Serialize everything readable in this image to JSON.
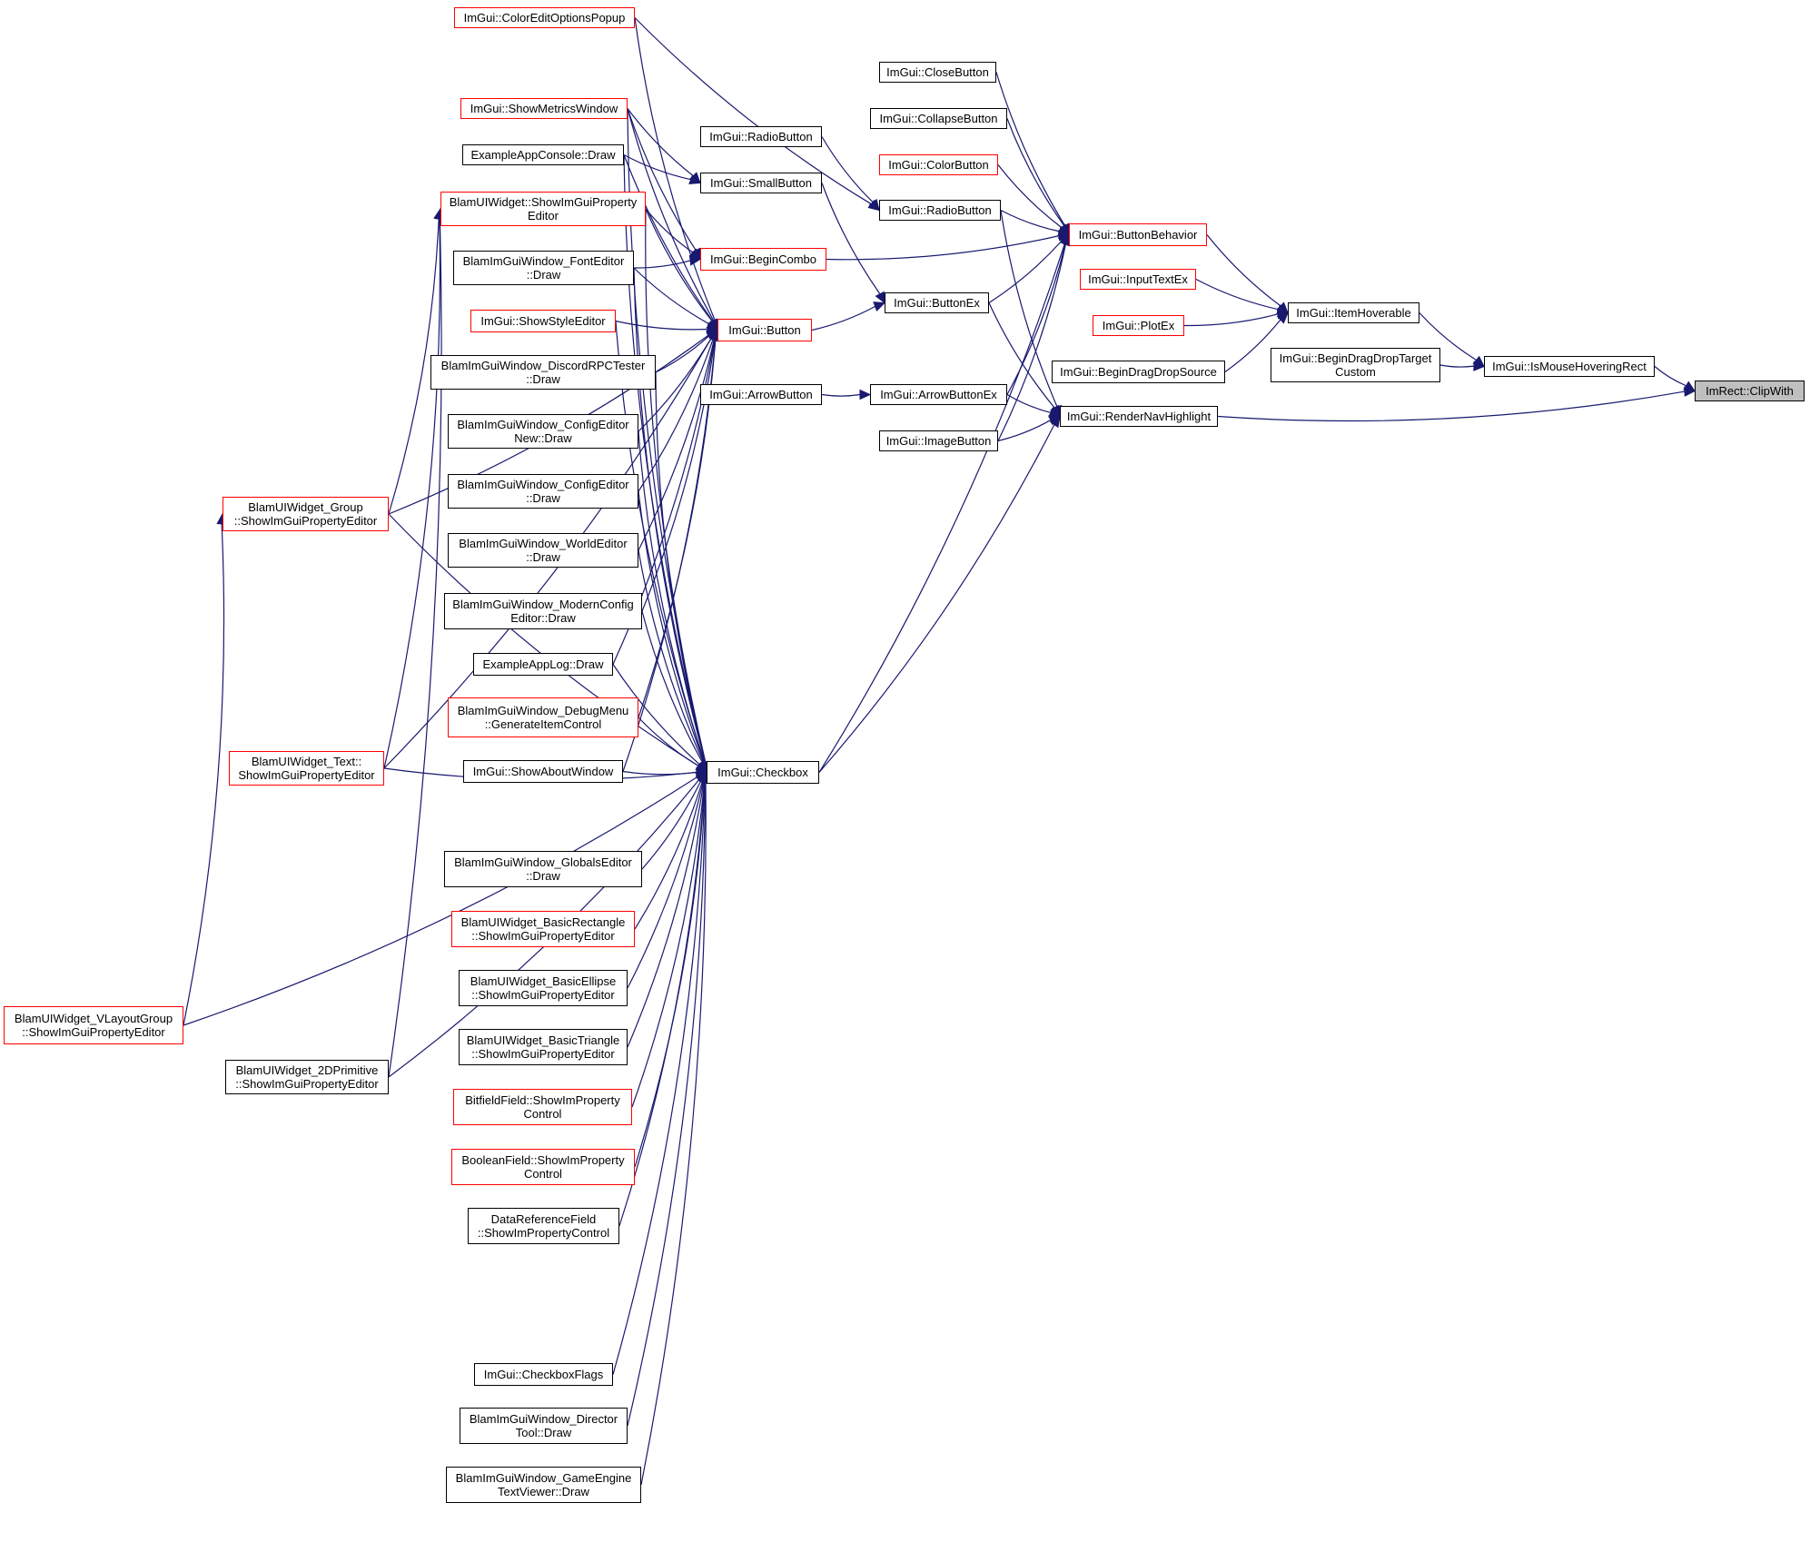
{
  "colors": {
    "edge": "#191970",
    "border_default": "#000000",
    "border_truncated": "#ff0000",
    "root_fill": "#bfbfbf"
  },
  "nodes": [
    {
      "id": "n0",
      "label": "ImRect::ClipWith",
      "style": "grey"
    },
    {
      "id": "n1",
      "label": "ImGui::IsMouseHoveringRect",
      "style": "black"
    },
    {
      "id": "n2",
      "label": "ImGui::RenderNavHighlight",
      "style": "black"
    },
    {
      "id": "n3",
      "label": "ImGui::ItemHoverable",
      "style": "black"
    },
    {
      "id": "n4",
      "label": "ImGui::BeginDragDropTarget\nCustom",
      "style": "black"
    },
    {
      "id": "n5",
      "label": "ImGui::ButtonBehavior",
      "style": "red"
    },
    {
      "id": "n6",
      "label": "ImGui::InputTextEx",
      "style": "red"
    },
    {
      "id": "n7",
      "label": "ImGui::PlotEx",
      "style": "red"
    },
    {
      "id": "n8",
      "label": "ImGui::BeginDragDropSource",
      "style": "black"
    },
    {
      "id": "n9",
      "label": "ImGui::CloseButton",
      "style": "black"
    },
    {
      "id": "n10",
      "label": "ImGui::CollapseButton",
      "style": "black"
    },
    {
      "id": "n11",
      "label": "ImGui::ColorButton",
      "style": "red"
    },
    {
      "id": "n12",
      "label": "ImGui::RadioButton",
      "style": "black"
    },
    {
      "id": "n13",
      "label": "ImGui::ButtonEx",
      "style": "black"
    },
    {
      "id": "n14",
      "label": "ImGui::ArrowButtonEx",
      "style": "black"
    },
    {
      "id": "n15",
      "label": "ImGui::ImageButton",
      "style": "black"
    },
    {
      "id": "n16",
      "label": "ImGui::RadioButton",
      "style": "black"
    },
    {
      "id": "n17",
      "label": "ImGui::SmallButton",
      "style": "black"
    },
    {
      "id": "n18",
      "label": "ImGui::BeginCombo",
      "style": "red"
    },
    {
      "id": "n19",
      "label": "ImGui::Button",
      "style": "red"
    },
    {
      "id": "n20",
      "label": "ImGui::ArrowButton",
      "style": "black"
    },
    {
      "id": "n21",
      "label": "ImGui::Checkbox",
      "style": "black"
    },
    {
      "id": "n22",
      "label": "ImGui::ColorEditOptionsPopup",
      "style": "red"
    },
    {
      "id": "n23",
      "label": "ImGui::ShowMetricsWindow",
      "style": "red"
    },
    {
      "id": "n24",
      "label": "ExampleAppConsole::Draw",
      "style": "black"
    },
    {
      "id": "n25",
      "label": "BlamUIWidget::ShowImGuiProperty\nEditor",
      "style": "red"
    },
    {
      "id": "n26",
      "label": "BlamImGuiWindow_FontEditor\n::Draw",
      "style": "black"
    },
    {
      "id": "n27",
      "label": "ImGui::ShowStyleEditor",
      "style": "red"
    },
    {
      "id": "n28",
      "label": "BlamImGuiWindow_DiscordRPCTester\n::Draw",
      "style": "black"
    },
    {
      "id": "n29",
      "label": "BlamImGuiWindow_ConfigEditor\nNew::Draw",
      "style": "black"
    },
    {
      "id": "n30",
      "label": "BlamImGuiWindow_ConfigEditor\n::Draw",
      "style": "black"
    },
    {
      "id": "n31",
      "label": "BlamImGuiWindow_WorldEditor\n::Draw",
      "style": "black"
    },
    {
      "id": "n32",
      "label": "BlamImGuiWindow_ModernConfig\nEditor::Draw",
      "style": "black"
    },
    {
      "id": "n33",
      "label": "ExampleAppLog::Draw",
      "style": "black"
    },
    {
      "id": "n34",
      "label": "BlamImGuiWindow_DebugMenu\n::GenerateItemControl",
      "style": "red"
    },
    {
      "id": "n35",
      "label": "ImGui::ShowAboutWindow",
      "style": "black"
    },
    {
      "id": "n36",
      "label": "BlamImGuiWindow_GlobalsEditor\n::Draw",
      "style": "black"
    },
    {
      "id": "n37",
      "label": "BlamUIWidget_BasicRectangle\n::ShowImGuiPropertyEditor",
      "style": "red"
    },
    {
      "id": "n38",
      "label": "BlamUIWidget_BasicEllipse\n::ShowImGuiPropertyEditor",
      "style": "black"
    },
    {
      "id": "n39",
      "label": "BlamUIWidget_BasicTriangle\n::ShowImGuiPropertyEditor",
      "style": "black"
    },
    {
      "id": "n40",
      "label": "BitfieldField::ShowImProperty\nControl",
      "style": "red"
    },
    {
      "id": "n41",
      "label": "BooleanField::ShowImProperty\nControl",
      "style": "red"
    },
    {
      "id": "n42",
      "label": "DataReferenceField\n::ShowImPropertyControl",
      "style": "black"
    },
    {
      "id": "n43",
      "label": "ImGui::CheckboxFlags",
      "style": "black"
    },
    {
      "id": "n44",
      "label": "BlamImGuiWindow_Director\nTool::Draw",
      "style": "black"
    },
    {
      "id": "n45",
      "label": "BlamImGuiWindow_GameEngine\nTextViewer::Draw",
      "style": "black"
    },
    {
      "id": "n46",
      "label": "BlamUIWidget_Group\n::ShowImGuiPropertyEditor",
      "style": "red"
    },
    {
      "id": "n47",
      "label": "BlamUIWidget_Text::\nShowImGuiPropertyEditor",
      "style": "red"
    },
    {
      "id": "n48",
      "label": "BlamUIWidget_VLayoutGroup\n::ShowImGuiPropertyEditor",
      "style": "red"
    },
    {
      "id": "n49",
      "label": "BlamUIWidget_2DPrimitive\n::ShowImGuiPropertyEditor",
      "style": "black"
    }
  ],
  "edges": [
    [
      "n1",
      "n0"
    ],
    [
      "n2",
      "n0"
    ],
    [
      "n3",
      "n1"
    ],
    [
      "n4",
      "n1"
    ],
    [
      "n5",
      "n3"
    ],
    [
      "n6",
      "n3"
    ],
    [
      "n7",
      "n3"
    ],
    [
      "n8",
      "n3"
    ],
    [
      "n9",
      "n5"
    ],
    [
      "n10",
      "n5"
    ],
    [
      "n11",
      "n5"
    ],
    [
      "n12",
      "n5"
    ],
    [
      "n13",
      "n5"
    ],
    [
      "n14",
      "n5"
    ],
    [
      "n15",
      "n5"
    ],
    [
      "n18",
      "n5"
    ],
    [
      "n21",
      "n5"
    ],
    [
      "n12",
      "n2"
    ],
    [
      "n13",
      "n2"
    ],
    [
      "n14",
      "n2"
    ],
    [
      "n15",
      "n2"
    ],
    [
      "n21",
      "n2"
    ],
    [
      "n16",
      "n12"
    ],
    [
      "n22",
      "n12"
    ],
    [
      "n17",
      "n13"
    ],
    [
      "n19",
      "n13"
    ],
    [
      "n20",
      "n14"
    ],
    [
      "n23",
      "n17"
    ],
    [
      "n24",
      "n17"
    ],
    [
      "n25",
      "n18"
    ],
    [
      "n26",
      "n18"
    ],
    [
      "n23",
      "n18"
    ],
    [
      "n23",
      "n19"
    ],
    [
      "n24",
      "n19"
    ],
    [
      "n25",
      "n19"
    ],
    [
      "n26",
      "n19"
    ],
    [
      "n27",
      "n19"
    ],
    [
      "n28",
      "n19"
    ],
    [
      "n29",
      "n19"
    ],
    [
      "n30",
      "n19"
    ],
    [
      "n31",
      "n19"
    ],
    [
      "n32",
      "n19"
    ],
    [
      "n33",
      "n19"
    ],
    [
      "n34",
      "n19"
    ],
    [
      "n35",
      "n19"
    ],
    [
      "n22",
      "n19"
    ],
    [
      "n46",
      "n19"
    ],
    [
      "n47",
      "n19"
    ],
    [
      "n35",
      "n21"
    ],
    [
      "n34",
      "n21"
    ],
    [
      "n36",
      "n21"
    ],
    [
      "n37",
      "n21"
    ],
    [
      "n38",
      "n21"
    ],
    [
      "n39",
      "n21"
    ],
    [
      "n40",
      "n21"
    ],
    [
      "n41",
      "n21"
    ],
    [
      "n42",
      "n21"
    ],
    [
      "n43",
      "n21"
    ],
    [
      "n44",
      "n21"
    ],
    [
      "n45",
      "n21"
    ],
    [
      "n23",
      "n21"
    ],
    [
      "n24",
      "n21"
    ],
    [
      "n25",
      "n21"
    ],
    [
      "n26",
      "n21"
    ],
    [
      "n27",
      "n21"
    ],
    [
      "n28",
      "n21"
    ],
    [
      "n29",
      "n21"
    ],
    [
      "n30",
      "n21"
    ],
    [
      "n31",
      "n21"
    ],
    [
      "n32",
      "n21"
    ],
    [
      "n33",
      "n21"
    ],
    [
      "n46",
      "n21"
    ],
    [
      "n47",
      "n21"
    ],
    [
      "n48",
      "n21"
    ],
    [
      "n49",
      "n21"
    ],
    [
      "n46",
      "n25"
    ],
    [
      "n47",
      "n25"
    ],
    [
      "n49",
      "n25"
    ],
    [
      "n48",
      "n46"
    ]
  ]
}
